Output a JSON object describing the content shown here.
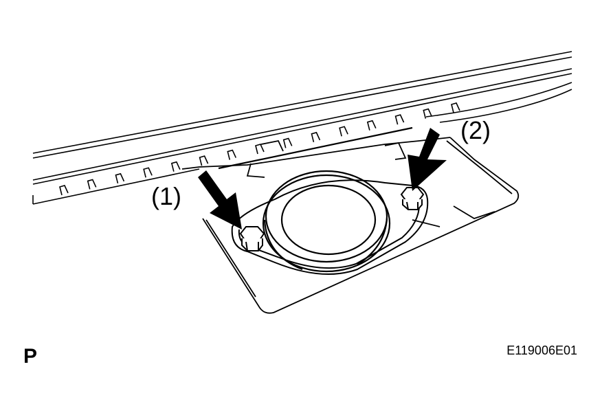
{
  "callouts": {
    "one": "(1)",
    "two": "(2)"
  },
  "view_marker": "P",
  "figure_code": "E119006E01",
  "colors": {
    "line": "#000000",
    "background": "#ffffff"
  }
}
